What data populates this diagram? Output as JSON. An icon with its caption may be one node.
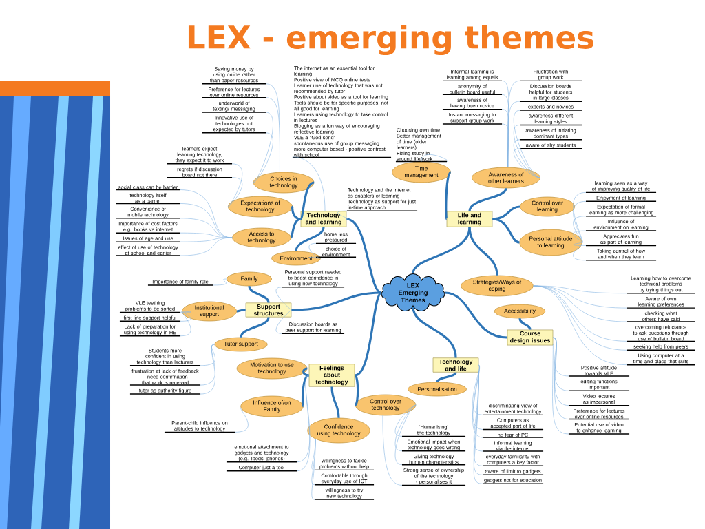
{
  "diagram": {
    "title": "LEX - emerging themes",
    "nodes": [
      {
        "text": [
          "LEX Emerging Themes"
        ]
      },
      {
        "text": [
          "Technology and learning"
        ]
      },
      {
        "text": [
          "Life and learning"
        ]
      },
      {
        "text": [
          "Support structures"
        ]
      },
      {
        "text": [
          "Feelings about technology"
        ]
      },
      {
        "text": [
          "Technology and life"
        ]
      },
      {
        "text": [
          "Course design issues"
        ]
      },
      {
        "text": [
          "Choices in technology"
        ]
      },
      {
        "text": [
          "Expectations of technology"
        ]
      },
      {
        "text": [
          "Access to technology"
        ]
      },
      {
        "text": [
          "Environment"
        ]
      },
      {
        "text": [
          "Time management"
        ]
      },
      {
        "text": [
          "Awareness of other learners"
        ]
      },
      {
        "text": [
          "Control over learning"
        ]
      },
      {
        "text": [
          "Personal attitude to learning"
        ]
      },
      {
        "text": [
          "Strategies/Ways of coping"
        ]
      },
      {
        "text": [
          "Family"
        ]
      },
      {
        "text": [
          "Institutional support"
        ]
      },
      {
        "text": [
          "Tutor support"
        ]
      },
      {
        "text": [
          "Motivation to use technology"
        ]
      },
      {
        "text": [
          "Influence of/on Family"
        ]
      },
      {
        "text": [
          "Confidence using technology"
        ]
      },
      {
        "text": [
          "Control over technology"
        ]
      },
      {
        "text": [
          "Personalisation"
        ]
      },
      {
        "text": [
          "Accessibility"
        ]
      },
      {
        "text": [
          "Saving money by using online rather than paper resources"
        ]
      },
      {
        "text": [
          "Preference for lectures over online resources"
        ]
      },
      {
        "text": [
          "underworld of texting/ messaging"
        ]
      },
      {
        "text": [
          "Innovative use of technologies not expected by tutors"
        ]
      },
      {
        "text": [
          "learners expect learning technology, they expect it to work"
        ]
      },
      {
        "text": [
          "regrets if discussion board not there"
        ]
      },
      {
        "text": [
          "social class can be barrier"
        ]
      },
      {
        "text": [
          "technology itself as a barrier"
        ]
      },
      {
        "text": [
          "Convenience of mobile technology"
        ]
      },
      {
        "text": [
          "Importance of cost factors e.g. books vs internet"
        ]
      },
      {
        "text": [
          "Issues of age and use"
        ]
      },
      {
        "text": [
          "effect of use of technology at school and earlier"
        ]
      },
      {
        "text": [
          "The internet as an essential tool for learning",
          "Positive view of MCQ online tests",
          "Learner use of technology that was not recommended by tutor",
          "Positive about video as a tool for learning",
          "Tools should be for specific purposes, not all good for learning",
          "Learners using technology to take control in lectures",
          "Blogging as a fun way of encouraging reflective learning",
          "VLE a \"God send\"",
          "spontaneous use of group messaging",
          "more computer based - positive contrast with school"
        ]
      },
      {
        "text": [
          "Technology and the internet as enablers of learning",
          "Technology as support for just in-time approach"
        ]
      },
      {
        "text": [
          "home less pressured"
        ]
      },
      {
        "text": [
          "choice of environment"
        ]
      },
      {
        "text": [
          "Choosing own time",
          "Better management of time (older learners)",
          "Fitting study in around life/work"
        ]
      },
      {
        "text": [
          "Informal learning is learning among equals"
        ]
      },
      {
        "text": [
          "anonymity of bulletin board useful"
        ]
      },
      {
        "text": [
          "awareness of having been novice"
        ]
      },
      {
        "text": [
          "Instant messaging to support group work"
        ]
      },
      {
        "text": [
          "Frustration with group work"
        ]
      },
      {
        "text": [
          "Discussion boards helpful for students in large classes"
        ]
      },
      {
        "text": [
          "experts and novices"
        ]
      },
      {
        "text": [
          "awareness different learning styles"
        ]
      },
      {
        "text": [
          "awareness of initiating dominant types"
        ]
      },
      {
        "text": [
          "aware of shy students"
        ]
      },
      {
        "text": [
          "learning seen as a way of improving quality of life"
        ]
      },
      {
        "text": [
          "Enjoyment of learning"
        ]
      },
      {
        "text": [
          "Expectation of formal learning as more challenging"
        ]
      },
      {
        "text": [
          "Influence of environment on learning"
        ]
      },
      {
        "text": [
          "Appreciates fun as part of learning"
        ]
      },
      {
        "text": [
          "Taking control of how and when they learn"
        ]
      },
      {
        "text": [
          "Learning how to overcome technical problems by trying things out"
        ]
      },
      {
        "text": [
          "Aware of own learning preferences"
        ]
      },
      {
        "text": [
          "checking what others have said"
        ]
      },
      {
        "text": [
          "overcoming reluctance to ask questions through use of bulletin board"
        ]
      },
      {
        "text": [
          "seeking help from peers"
        ]
      },
      {
        "text": [
          "Using computer at a time and place that suits"
        ]
      },
      {
        "text": [
          "Positive attitude towards VLE"
        ]
      },
      {
        "text": [
          "editing functions important"
        ]
      },
      {
        "text": [
          "Video lectures as impersonal"
        ]
      },
      {
        "text": [
          "Preference for lectures over online resources"
        ]
      },
      {
        "text": [
          "Potential use of video to enhance learning"
        ]
      },
      {
        "text": [
          "discriminating view of entertainment technology"
        ]
      },
      {
        "text": [
          "Computers as accepted part of life"
        ]
      },
      {
        "text": [
          "no fear of PC"
        ]
      },
      {
        "text": [
          "Informal learning via the internet"
        ]
      },
      {
        "text": [
          "everyday familiarity with computers a key factor"
        ]
      },
      {
        "text": [
          "aware of limit to gadgets"
        ]
      },
      {
        "text": [
          "gadgets not for education"
        ]
      },
      {
        "text": [
          "Importance of family role"
        ]
      },
      {
        "text": [
          "Personal support needed to boost confidence in using new technology"
        ]
      },
      {
        "text": [
          "Discussion boards as peer support for learning"
        ]
      },
      {
        "text": [
          "VLE teething problems to be sorted"
        ]
      },
      {
        "text": [
          "first line support helpful"
        ]
      },
      {
        "text": [
          "Lack of preparation for using technology in HE"
        ]
      },
      {
        "text": [
          "Students more confident in using technology than lecturers"
        ]
      },
      {
        "text": [
          "frustration at lack of feedback – need confirmation that work is received"
        ]
      },
      {
        "text": [
          "tutor as authority figure"
        ]
      },
      {
        "text": [
          "Parent-child influence on attitudes to technology"
        ]
      },
      {
        "text": [
          "emotional attachment to gadgets and technology (e.g. Ipods, phones)"
        ]
      },
      {
        "text": [
          "Computer just a tool"
        ]
      },
      {
        "text": [
          "‘Humanising’ the technology"
        ]
      },
      {
        "text": [
          "Emotional impact when technology goes wrong"
        ]
      },
      {
        "text": [
          "Giving technology human characteristics"
        ]
      },
      {
        "text": [
          "Strong sense of ownership of the technology - personalises it"
        ]
      },
      {
        "text": [
          "willingness to tackle problems without help"
        ]
      },
      {
        "text": [
          "Comfortable through everyday use of ICT"
        ]
      },
      {
        "text": [
          "willingness to try new technology"
        ]
      }
    ],
    "edges": [
      {
        "from": 0,
        "to": 1,
        "arrow": "none",
        "style": "thick",
        "color": "#2e75b6"
      },
      {
        "from": 0,
        "to": 2,
        "arrow": "none",
        "style": "thick",
        "color": "#2e75b6"
      },
      {
        "from": 0,
        "to": 3,
        "arrow": "none",
        "style": "thick",
        "color": "#2e75b6"
      },
      {
        "from": 0,
        "to": 4,
        "arrow": "none",
        "style": "thick",
        "color": "#2e75b6"
      },
      {
        "from": 0,
        "to": 5,
        "arrow": "none",
        "style": "thick",
        "color": "#2e75b6"
      },
      {
        "from": 0,
        "to": 6,
        "arrow": "none",
        "style": "thick",
        "color": "#2e75b6"
      },
      {
        "from": 1,
        "to": 7,
        "arrow": "none",
        "style": "thick",
        "color": "#2e75b6"
      },
      {
        "from": 1,
        "to": 8,
        "arrow": "none",
        "style": "thick",
        "color": "#2e75b6"
      },
      {
        "from": 1,
        "to": 9,
        "arrow": "none",
        "style": "thick",
        "color": "#2e75b6"
      },
      {
        "from": 1,
        "to": 10,
        "arrow": "none",
        "style": "thick",
        "color": "#2e75b6"
      },
      {
        "from": 2,
        "to": 11,
        "arrow": "none",
        "style": "thick",
        "color": "#2e75b6"
      },
      {
        "from": 2,
        "to": 12,
        "arrow": "none",
        "style": "thick",
        "color": "#2e75b6"
      },
      {
        "from": 2,
        "to": 13,
        "arrow": "none",
        "style": "thick",
        "color": "#2e75b6"
      },
      {
        "from": 2,
        "to": 14,
        "arrow": "none",
        "style": "thick",
        "color": "#2e75b6"
      },
      {
        "from": 2,
        "to": 15,
        "arrow": "none",
        "style": "thick",
        "color": "#2e75b6"
      },
      {
        "from": 3,
        "to": 16,
        "arrow": "none",
        "style": "thick",
        "color": "#2e75b6"
      },
      {
        "from": 3,
        "to": 17,
        "arrow": "none",
        "style": "thick",
        "color": "#2e75b6"
      },
      {
        "from": 3,
        "to": 18,
        "arrow": "none",
        "style": "thick",
        "color": "#2e75b6"
      },
      {
        "from": 4,
        "to": 19,
        "arrow": "none",
        "style": "thick",
        "color": "#2e75b6"
      },
      {
        "from": 4,
        "to": 20,
        "arrow": "none",
        "style": "thick",
        "color": "#2e75b6"
      },
      {
        "from": 4,
        "to": 21,
        "arrow": "none",
        "style": "thick",
        "color": "#2e75b6"
      },
      {
        "from": 4,
        "to": 22,
        "arrow": "none",
        "style": "thick",
        "color": "#2e75b6"
      },
      {
        "from": 5,
        "to": 23,
        "arrow": "none",
        "style": "thick",
        "color": "#2e75b6"
      },
      {
        "from": 6,
        "to": 24,
        "arrow": "none",
        "style": "thick",
        "color": "#2e75b6"
      },
      {
        "from": 7,
        "to": 25,
        "arrow": "none"
      },
      {
        "from": 7,
        "to": 26,
        "arrow": "none"
      },
      {
        "from": 7,
        "to": 27,
        "arrow": "none"
      },
      {
        "from": 7,
        "to": 28,
        "arrow": "none"
      },
      {
        "from": 8,
        "to": 29,
        "arrow": "none"
      },
      {
        "from": 8,
        "to": 30,
        "arrow": "none"
      },
      {
        "from": 9,
        "to": 31,
        "arrow": "none"
      },
      {
        "from": 9,
        "to": 32,
        "arrow": "none"
      },
      {
        "from": 9,
        "to": 33,
        "arrow": "none"
      },
      {
        "from": 9,
        "to": 34,
        "arrow": "none"
      },
      {
        "from": 9,
        "to": 35,
        "arrow": "none"
      },
      {
        "from": 9,
        "to": 36,
        "arrow": "none"
      },
      {
        "from": 1,
        "to": 37,
        "arrow": "none"
      },
      {
        "from": 1,
        "to": 38,
        "arrow": "none"
      },
      {
        "from": 10,
        "to": 39,
        "arrow": "none"
      },
      {
        "from": 10,
        "to": 40,
        "arrow": "none"
      },
      {
        "from": 11,
        "to": 41,
        "arrow": "none"
      },
      {
        "from": 12,
        "to": 42,
        "arrow": "none"
      },
      {
        "from": 12,
        "to": 43,
        "arrow": "none"
      },
      {
        "from": 12,
        "to": 44,
        "arrow": "none"
      },
      {
        "from": 12,
        "to": 45,
        "arrow": "none"
      },
      {
        "from": 12,
        "to": 46,
        "arrow": "none"
      },
      {
        "from": 12,
        "to": 47,
        "arrow": "none"
      },
      {
        "from": 12,
        "to": 48,
        "arrow": "none"
      },
      {
        "from": 12,
        "to": 49,
        "arrow": "none"
      },
      {
        "from": 12,
        "to": 50,
        "arrow": "none"
      },
      {
        "from": 12,
        "to": 51,
        "arrow": "none"
      },
      {
        "from": 14,
        "to": 52,
        "arrow": "none"
      },
      {
        "from": 14,
        "to": 53,
        "arrow": "none"
      },
      {
        "from": 14,
        "to": 54,
        "arrow": "none"
      },
      {
        "from": 14,
        "to": 55,
        "arrow": "none"
      },
      {
        "from": 14,
        "to": 56,
        "arrow": "none"
      },
      {
        "from": 14,
        "to": 57,
        "arrow": "none"
      },
      {
        "from": 15,
        "to": 58,
        "arrow": "none"
      },
      {
        "from": 15,
        "to": 59,
        "arrow": "none"
      },
      {
        "from": 15,
        "to": 60,
        "arrow": "none"
      },
      {
        "from": 15,
        "to": 61,
        "arrow": "none"
      },
      {
        "from": 15,
        "to": 62,
        "arrow": "none"
      },
      {
        "from": 15,
        "to": 63,
        "arrow": "none"
      },
      {
        "from": 6,
        "to": 64,
        "arrow": "none"
      },
      {
        "from": 6,
        "to": 65,
        "arrow": "none"
      },
      {
        "from": 6,
        "to": 66,
        "arrow": "none"
      },
      {
        "from": 6,
        "to": 67,
        "arrow": "none"
      },
      {
        "from": 6,
        "to": 68,
        "arrow": "none"
      },
      {
        "from": 5,
        "to": 69,
        "arrow": "none"
      },
      {
        "from": 5,
        "to": 70,
        "arrow": "none"
      },
      {
        "from": 5,
        "to": 71,
        "arrow": "none"
      },
      {
        "from": 5,
        "to": 72,
        "arrow": "none"
      },
      {
        "from": 5,
        "to": 73,
        "arrow": "none"
      },
      {
        "from": 5,
        "to": 74,
        "arrow": "none"
      },
      {
        "from": 5,
        "to": 75,
        "arrow": "none"
      },
      {
        "from": 16,
        "to": 76,
        "arrow": "none"
      },
      {
        "from": 3,
        "to": 77,
        "arrow": "none"
      },
      {
        "from": 3,
        "to": 78,
        "arrow": "none"
      },
      {
        "from": 17,
        "to": 79,
        "arrow": "none"
      },
      {
        "from": 17,
        "to": 80,
        "arrow": "none"
      },
      {
        "from": 17,
        "to": 81,
        "arrow": "none"
      },
      {
        "from": 18,
        "to": 82,
        "arrow": "none"
      },
      {
        "from": 18,
        "to": 83,
        "arrow": "none"
      },
      {
        "from": 18,
        "to": 84,
        "arrow": "none"
      },
      {
        "from": 20,
        "to": 85,
        "arrow": "none"
      },
      {
        "from": 4,
        "to": 86,
        "arrow": "none"
      },
      {
        "from": 4,
        "to": 87,
        "arrow": "none"
      },
      {
        "from": 22,
        "to": 88,
        "arrow": "none"
      },
      {
        "from": 22,
        "to": 89,
        "arrow": "none"
      },
      {
        "from": 22,
        "to": 90,
        "arrow": "none"
      },
      {
        "from": 22,
        "to": 91,
        "arrow": "none"
      },
      {
        "from": 21,
        "to": 92,
        "arrow": "none"
      },
      {
        "from": 21,
        "to": 93,
        "arrow": "none"
      },
      {
        "from": 21,
        "to": 94,
        "arrow": "none"
      }
    ]
  }
}
